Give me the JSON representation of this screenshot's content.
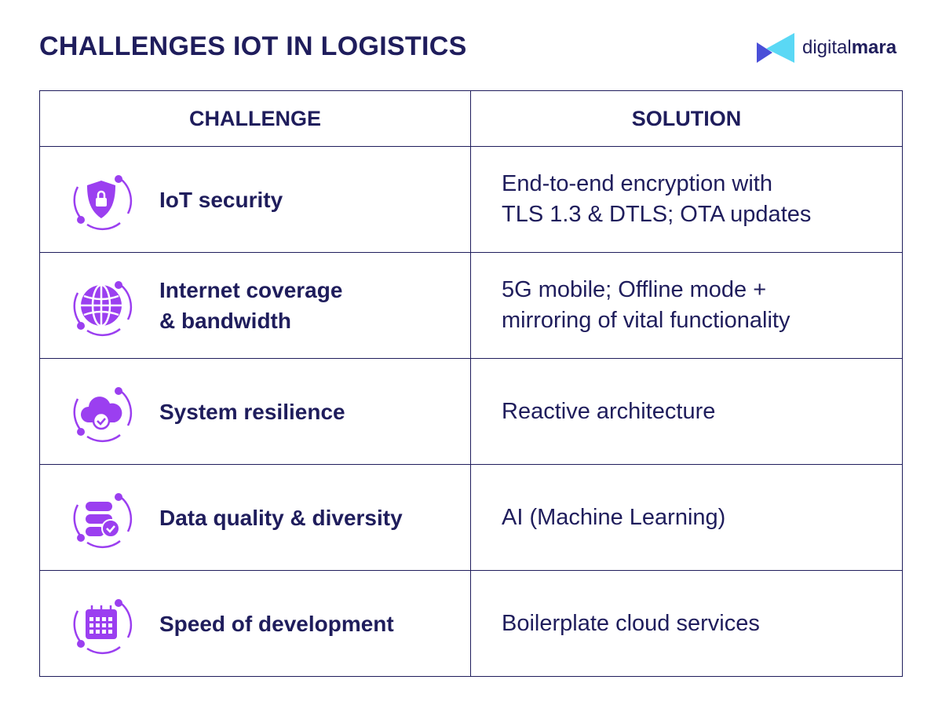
{
  "title": "CHALLENGES IOT IN LOGISTICS",
  "logo": {
    "part1": "digital",
    "part2": "mara"
  },
  "headers": {
    "challenge": "CHALLENGE",
    "solution": "SOLUTION"
  },
  "colors": {
    "text": "#1f1d5c",
    "accent": "#9b3ff0",
    "logo_dark": "#4a4fd8",
    "logo_light": "#5ad8f5"
  },
  "rows": [
    {
      "icon": "shield-lock-icon",
      "challenge": "IoT security",
      "solution": "End-to-end encryption with\nTLS 1.3 & DTLS; OTA updates"
    },
    {
      "icon": "globe-icon",
      "challenge": "Internet coverage\n& bandwidth",
      "solution": "5G mobile; Offline mode +\nmirroring of vital functionality"
    },
    {
      "icon": "cloud-check-icon",
      "challenge": "System resilience",
      "solution": "Reactive architecture"
    },
    {
      "icon": "database-check-icon",
      "challenge": "Data quality & diversity",
      "solution": "AI (Machine Learning)"
    },
    {
      "icon": "calendar-icon",
      "challenge": "Speed of development",
      "solution": "Boilerplate cloud services"
    }
  ]
}
